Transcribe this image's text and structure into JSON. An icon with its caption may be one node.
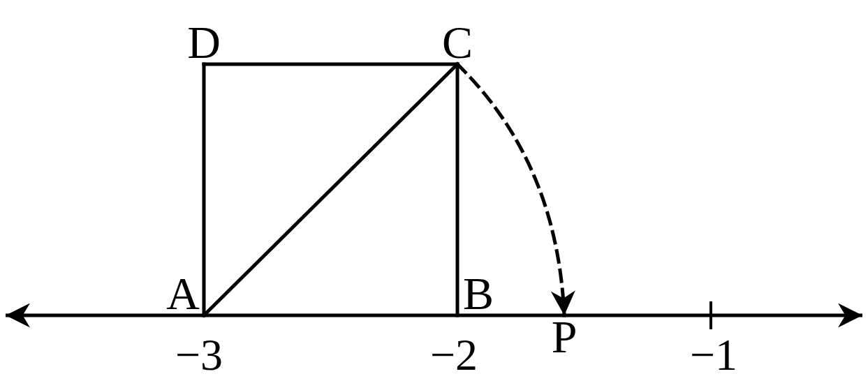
{
  "diagram": {
    "nodes": [
      {
        "text": [
          "D"
        ]
      },
      {
        "text": [
          "C"
        ]
      },
      {
        "text": [
          "A"
        ]
      },
      {
        "text": [
          "B"
        ]
      },
      {
        "text": [
          "P"
        ]
      }
    ],
    "edges": [
      {
        "from": 0,
        "to": 1,
        "arrow": "none"
      },
      {
        "from": 2,
        "to": 0,
        "arrow": "none"
      },
      {
        "from": 2,
        "to": 1,
        "arrow": "none"
      },
      {
        "from": 3,
        "to": 1,
        "arrow": "none"
      },
      {
        "from": 1,
        "to": 4,
        "arrow": "to",
        "style": "dashed"
      }
    ],
    "labels": [
      "−3",
      "−2",
      "−1"
    ]
  }
}
